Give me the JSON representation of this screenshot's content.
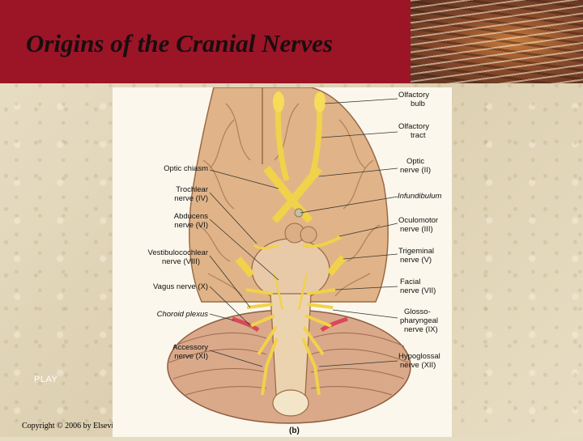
{
  "slide": {
    "title": "Origins of the Cranial Nerves",
    "play_label": "PLAY",
    "copyright": "Copyright © 2006 by Elsevi",
    "header_color": "#9b1526"
  },
  "figure": {
    "panel_label": "(b)",
    "labels_right": [
      {
        "line1": "Olfactory",
        "line2": "bulb"
      },
      {
        "line1": "Olfactory",
        "line2": "tract"
      },
      {
        "line1": "Optic",
        "line2": "nerve (II)"
      },
      {
        "line1": "Infundibulum",
        "line2": ""
      },
      {
        "line1": "Oculomotor",
        "line2": "nerve (III)"
      },
      {
        "line1": "Trigeminal",
        "line2": "nerve (V)"
      },
      {
        "line1": "Facial",
        "line2": "nerve (VII)"
      },
      {
        "line1": "Glosso-",
        "line2": "pharyngeal",
        "line3": "nerve (IX)"
      },
      {
        "line1": "Hypoglossal",
        "line2": "nerve (XII)"
      }
    ],
    "labels_left": [
      {
        "line1": "Optic chiasm",
        "line2": ""
      },
      {
        "line1": "Trochlear",
        "line2": "nerve (IV)"
      },
      {
        "line1": "Abducens",
        "line2": "nerve (VI)"
      },
      {
        "line1": "Vestibulocochlear",
        "line2": "nerve (VIII)"
      },
      {
        "line1": "Vagus nerve (X)",
        "line2": ""
      },
      {
        "line1": "Choroid plexus",
        "line2": ""
      },
      {
        "line1": "Accessory",
        "line2": "nerve (XI)"
      }
    ]
  }
}
